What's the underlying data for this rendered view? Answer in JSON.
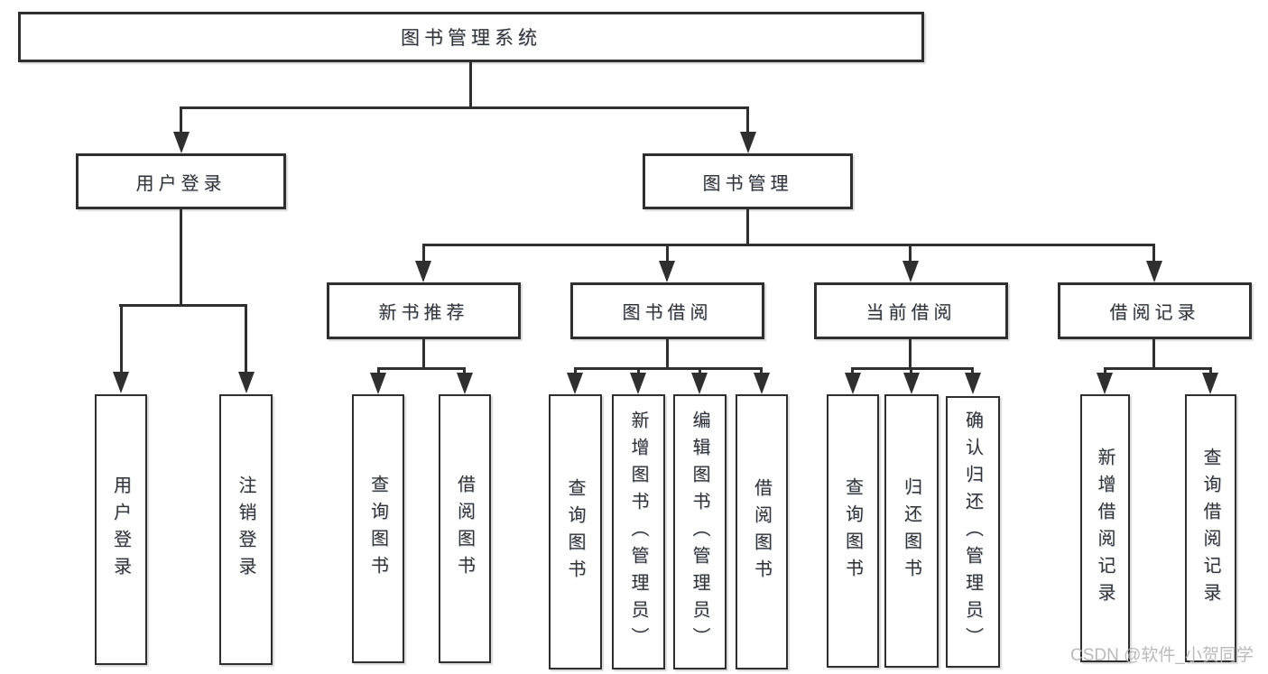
{
  "colors": {
    "line": "#2f2f2f",
    "box_border": "#2f2f2f",
    "text": "#333333",
    "background": "#ffffff",
    "watermark_text": "#b3b3b3"
  },
  "tree": {
    "root": "图书管理系统",
    "level2": [
      {
        "label": "用户登录",
        "children": [
          "用户登录",
          "注销登录"
        ]
      },
      {
        "label": "图书管理"
      }
    ],
    "level3": [
      {
        "label": "新书推荐",
        "children": [
          "查询图书",
          "借阅图书"
        ]
      },
      {
        "label": "图书借阅",
        "children": [
          "查询图书",
          "新增图书（管理员）",
          "编辑图书（管理员）",
          "借阅图书"
        ]
      },
      {
        "label": "当前借阅",
        "children": [
          "查询图书",
          "归还图书",
          "确认归还（管理员）"
        ]
      },
      {
        "label": "借阅记录",
        "children": [
          "新增借阅记录",
          "查询借阅记录"
        ]
      }
    ]
  },
  "watermark": "CSDN @软件_小贺同学"
}
